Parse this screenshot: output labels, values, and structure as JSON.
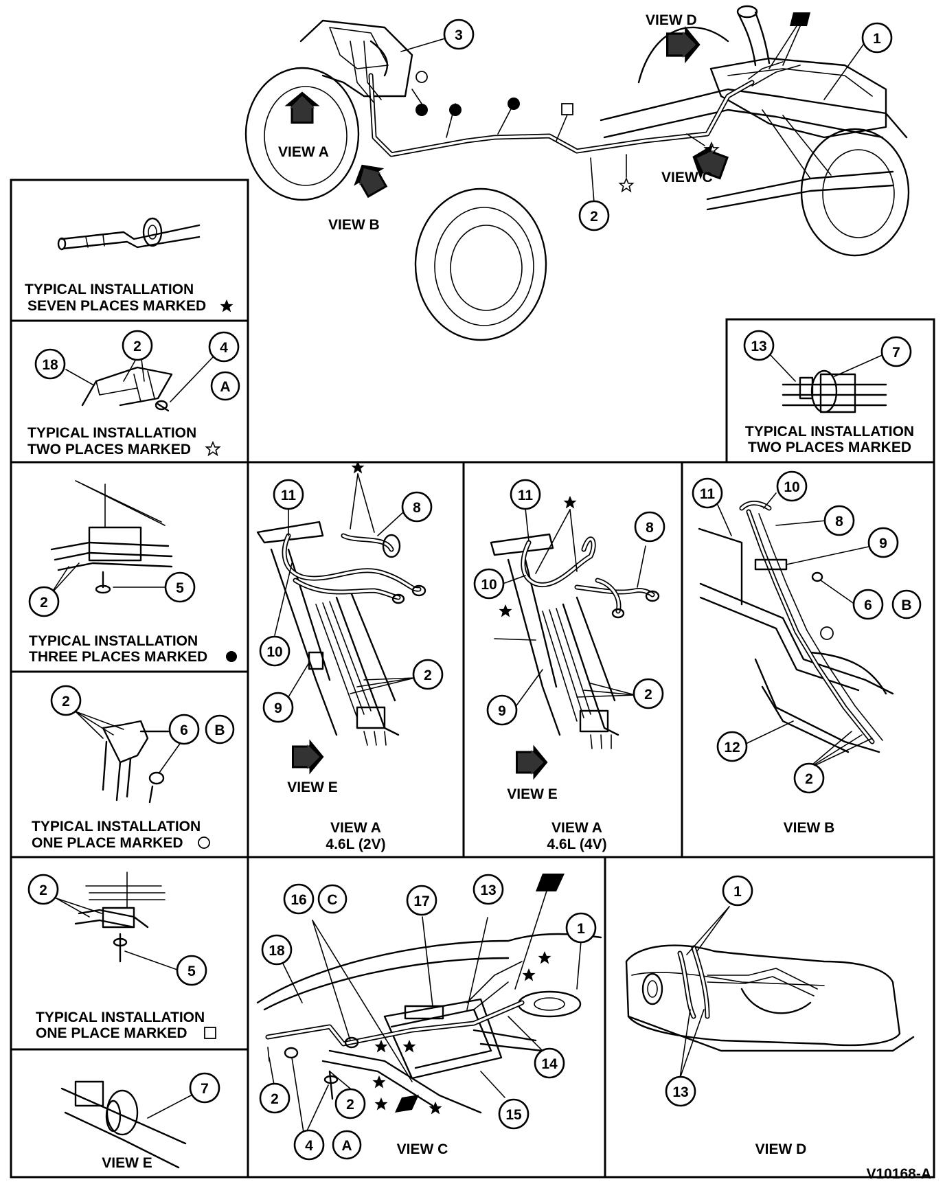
{
  "diagram_id": "V10168-A",
  "panels": {
    "seven_places": {
      "line1": "TYPICAL INSTALLATION",
      "line2": "SEVEN PLACES MARKED"
    },
    "two_places_star": {
      "line1": "TYPICAL INSTALLATION",
      "line2": "TWO PLACES MARKED"
    },
    "three_places": {
      "line1": "TYPICAL INSTALLATION",
      "line2": "THREE PLACES MARKED"
    },
    "one_place_circle": {
      "line1": "TYPICAL INSTALLATION",
      "line2": "ONE PLACE MARKED"
    },
    "one_place_square": {
      "line1": "TYPICAL INSTALLATION",
      "line2": "ONE PLACE MARKED"
    },
    "two_places_marked": {
      "line1": "TYPICAL INSTALLATION",
      "line2": "TWO PLACES MARKED"
    },
    "view_a_2v": {
      "title": "VIEW A",
      "subtitle": "4.6L (2V)",
      "arrow_label": "VIEW E"
    },
    "view_a_4v": {
      "title": "VIEW A",
      "subtitle": "4.6L (4V)",
      "arrow_label": "VIEW E"
    },
    "view_b": {
      "title": "VIEW B"
    },
    "view_c": {
      "title": "VIEW C"
    },
    "view_d": {
      "title": "VIEW D"
    },
    "view_e": {
      "title": "VIEW E"
    }
  },
  "overview_labels": {
    "view_a": "VIEW A",
    "view_b": "VIEW B",
    "view_c": "VIEW C",
    "view_d": "VIEW D"
  },
  "callouts": {
    "n1": "1",
    "n2": "2",
    "n3": "3",
    "n4": "4",
    "n5": "5",
    "n6": "6",
    "n7": "7",
    "n8": "8",
    "n9": "9",
    "n10": "10",
    "n11": "11",
    "n12": "12",
    "n13": "13",
    "n14": "14",
    "n15": "15",
    "n16": "16",
    "n17": "17",
    "n18": "18",
    "A": "A",
    "B": "B",
    "C": "C"
  },
  "icons": [
    "filled-star-icon",
    "outline-star-icon",
    "filled-circle-icon",
    "outline-circle-icon",
    "outline-square-icon",
    "filled-tag-icon",
    "view-arrow-icon"
  ]
}
